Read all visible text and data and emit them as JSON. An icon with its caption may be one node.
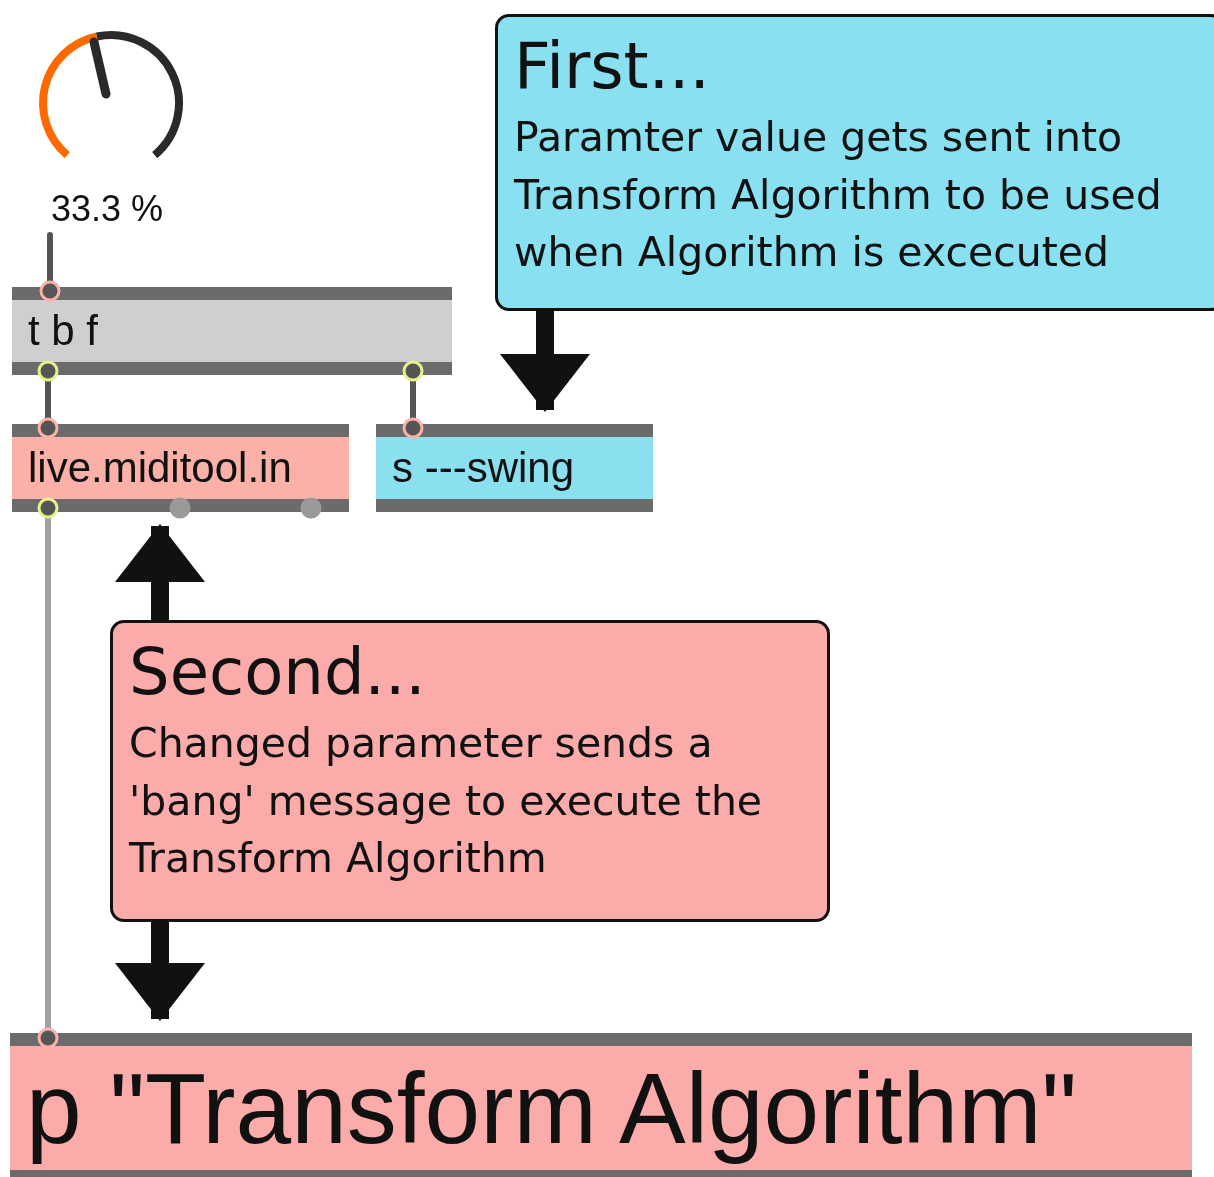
{
  "diagram": {
    "nodes": [
      {
        "text": [
          "33.3 %"
        ]
      },
      {
        "text": [
          "t b f"
        ]
      },
      {
        "text": [
          "live.miditool.in"
        ]
      },
      {
        "text": [
          "s ---swing"
        ]
      },
      {
        "text": [
          "First...",
          "Paramter value gets sent into Transform Algorithm to be used when Algorithm is excecuted"
        ]
      },
      {
        "text": [
          "Second...",
          "Changed parameter sends a 'bang' message to execute the Transform Algorithm"
        ]
      },
      {
        "text": [
          "p \"Transform Algorithm\""
        ]
      }
    ],
    "edges": [
      {
        "from": 0,
        "to": 1,
        "arrow": "none"
      },
      {
        "from": 1,
        "to": 2,
        "arrow": "none"
      },
      {
        "from": 1,
        "to": 3,
        "arrow": "none"
      },
      {
        "from": 2,
        "to": 6,
        "arrow": "none",
        "color": "#a0a0a0"
      },
      {
        "from": 4,
        "to": 3,
        "arrow": "to",
        "style": "thick",
        "color": "#111111"
      },
      {
        "from": 5,
        "to": 2,
        "arrow": "to",
        "style": "thick",
        "color": "#111111"
      },
      {
        "from": 5,
        "to": 6,
        "arrow": "to",
        "style": "thick",
        "color": "#111111"
      }
    ]
  }
}
